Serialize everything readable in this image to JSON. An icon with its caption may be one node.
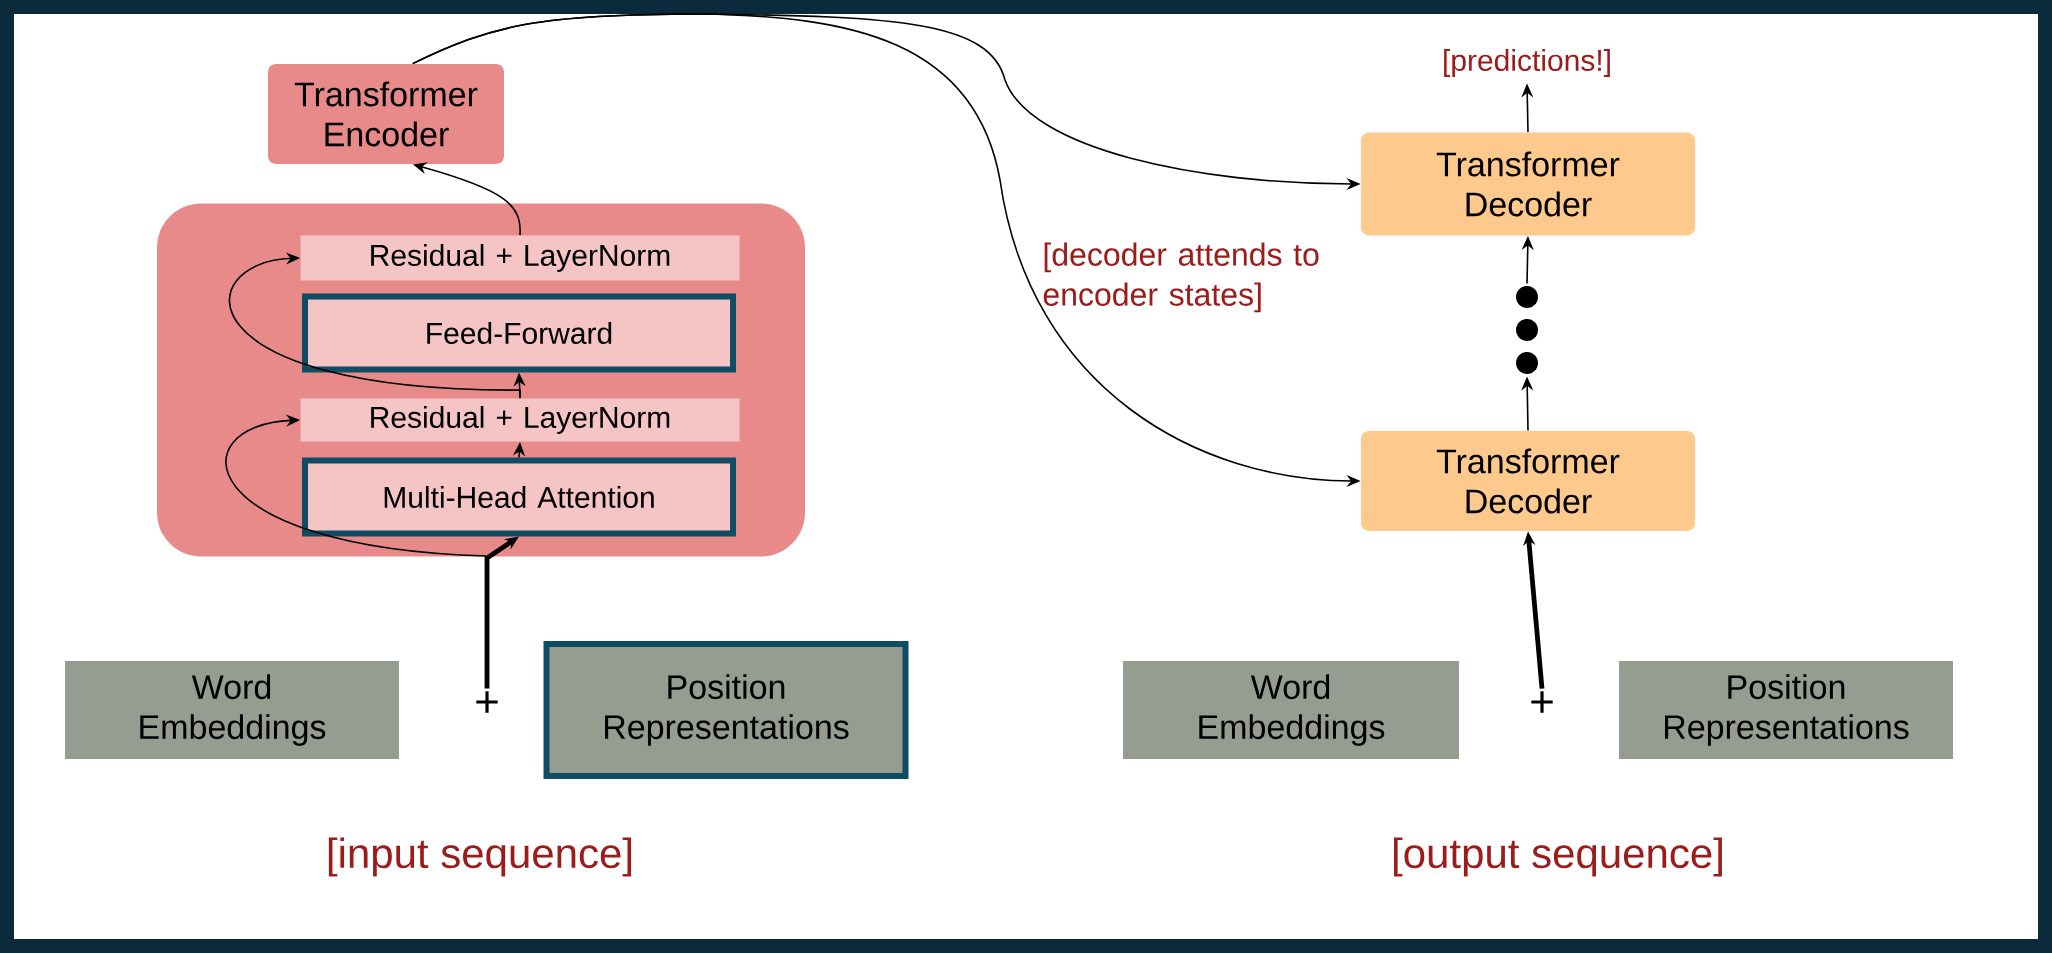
{
  "diagram": {
    "nodes": [
      {
        "text": [
          "Transformer Encoder"
        ]
      },
      {
        "text": [],
        "shape": "box"
      },
      {
        "text": [
          "Residual + LayerNorm"
        ],
        "in": 1
      },
      {
        "text": [
          "Feed-Forward"
        ],
        "in": 1
      },
      {
        "text": [
          "Residual + LayerNorm"
        ],
        "in": 1
      },
      {
        "text": [
          "Multi-Head Attention"
        ],
        "in": 1
      },
      {
        "text": [
          "Word Embeddings"
        ]
      },
      {
        "text": [
          "Position Representations"
        ]
      },
      {
        "text": [
          "Transformer Decoder"
        ]
      },
      {
        "text": [
          "Transformer Decoder"
        ]
      },
      {
        "text": [
          "[predictions!]"
        ]
      },
      {
        "text": [],
        "shape": "dots"
      },
      {
        "text": [
          "Word Embeddings"
        ]
      },
      {
        "text": [
          "Position Representations"
        ]
      },
      {
        "text": [
          "+"
        ]
      },
      {
        "text": [
          "+"
        ]
      }
    ],
    "edges": [
      {
        "from": 14,
        "to": 5,
        "arrow": "to",
        "style": "thick"
      },
      {
        "from": null,
        "to": 4,
        "arrow": "to"
      },
      {
        "from": 5,
        "to": 4,
        "arrow": "to"
      },
      {
        "from": 4,
        "to": 3,
        "arrow": "to"
      },
      {
        "from": 4,
        "to": 2,
        "arrow": "to"
      },
      {
        "from": 2,
        "to": 0,
        "arrow": "to"
      },
      {
        "from": 0,
        "to": 8,
        "arrow": "to"
      },
      {
        "from": 0,
        "to": 9,
        "arrow": "to"
      },
      {
        "from": 15,
        "to": 9,
        "arrow": "to",
        "style": "thick"
      },
      {
        "from": 9,
        "to": 11,
        "arrow": "to"
      },
      {
        "from": 11,
        "to": 8,
        "arrow": "to"
      },
      {
        "from": 8,
        "to": 10,
        "arrow": "to"
      }
    ],
    "labels": [
      "[decoder attends to encoder states]",
      "[input sequence]",
      "[output sequence]"
    ]
  }
}
